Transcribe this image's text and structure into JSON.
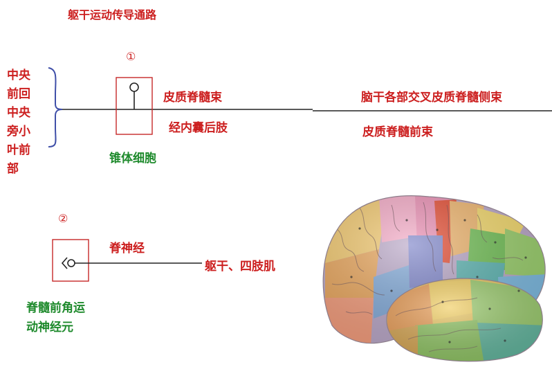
{
  "title": "躯干运动传导通路",
  "part1": {
    "number": "①",
    "source_lines": [
      "中央",
      "前回",
      "中央",
      "旁小",
      "叶前",
      "部"
    ],
    "label_upper_left": "皮质脊髓束",
    "label_lower_left": "经内囊后肢",
    "label_upper_right": "脑干各部交叉皮质脊髓侧束",
    "label_lower_right": "皮质脊髓前束",
    "cell_label": "锥体细胞"
  },
  "part2": {
    "number": "②",
    "nerve_label": "脊神经",
    "target_label": "躯干、四肢肌",
    "cell_label_lines": [
      "脊髓前角运",
      "动神经元"
    ]
  },
  "colors": {
    "red_text": "#cc1f1f",
    "green_text": "#1e8a2c",
    "box": "#c62828",
    "line": "#222222",
    "brace": "#3f4fa8"
  }
}
